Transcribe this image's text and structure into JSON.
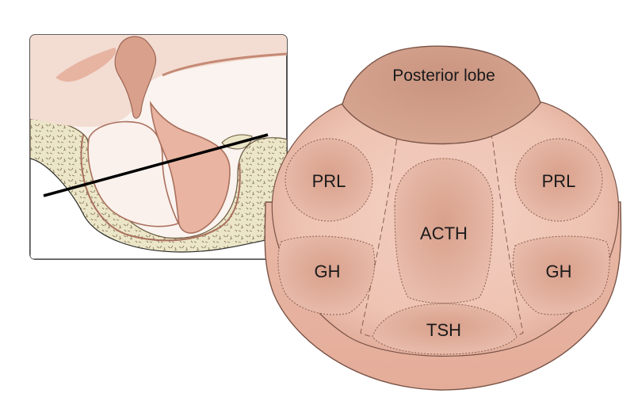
{
  "labels": {
    "posterior_lobe": "Posterior lobe",
    "prl_left": "PRL",
    "prl_right": "PRL",
    "acth": "ACTH",
    "gh_left": "GH",
    "gh_right": "GH",
    "tsh": "TSH"
  },
  "colors": {
    "gland_fill": "#ecbfae",
    "gland_dark": "#d7a08c",
    "posterior_fill": "#cf9a85",
    "zone_fill": "#e2ac98",
    "bone_fill": "#ece6c8",
    "inset_bg": "#f7eee9",
    "outline": "#3a2a24"
  }
}
